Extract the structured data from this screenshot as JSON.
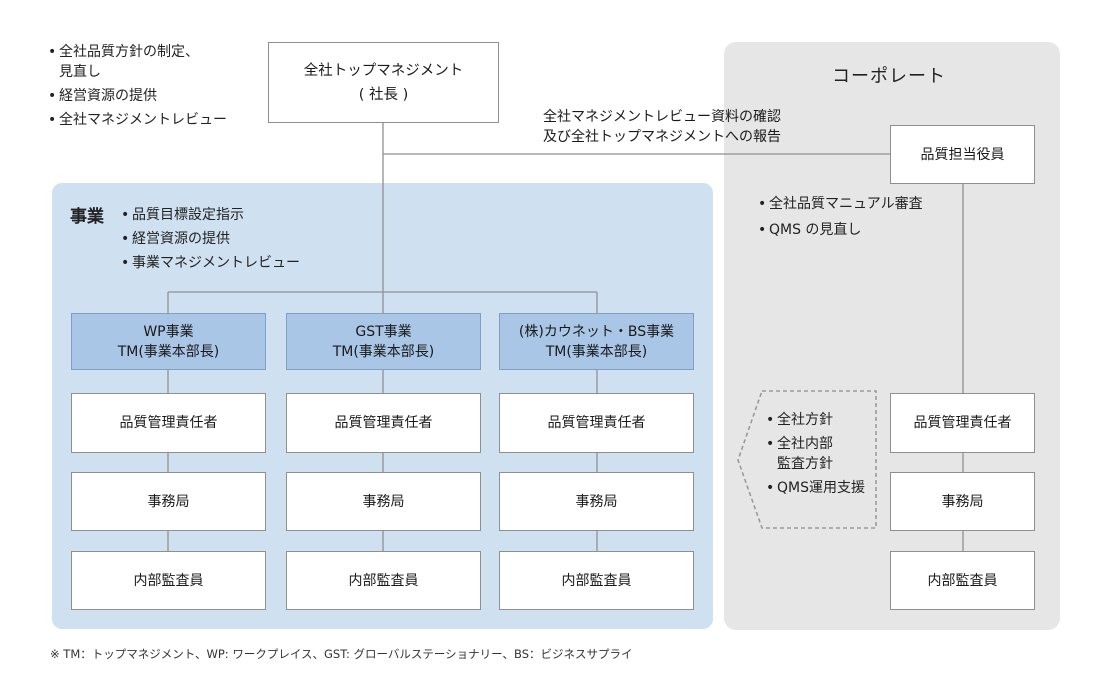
{
  "top_notes": [
    "全社品質方針の制定、",
    "見直し",
    "経営資源の提供",
    "全社マネジメントレビュー"
  ],
  "top_box": {
    "line1": "全社トップマネジメント",
    "line2": "( 社長 )"
  },
  "report_label": {
    "line1": "全社マネジメントレビュー資料の確認",
    "line2": "及び全社トップマネジメントへの報告"
  },
  "corporate": {
    "title": "コーポレート",
    "officer": "品質担当役員",
    "officer_notes": [
      "全社品質マニュアル審査",
      "QMS の見直し"
    ],
    "support_notes": [
      "全社方針",
      "全社内部",
      "監査方針",
      "QMS運用支援"
    ],
    "chain": [
      "品質管理責任者",
      "事務局",
      "内部監査員"
    ]
  },
  "business": {
    "title": "事業",
    "notes": [
      "品質目標設定指示",
      "経営資源の提供",
      "事業マネジメントレビュー"
    ],
    "units": [
      {
        "name": "WP事業",
        "tm": "TM(事業本部長)"
      },
      {
        "name": "GST事業",
        "tm": "TM(事業本部長)"
      },
      {
        "name": "(株)カウネット・BS事業",
        "tm": "TM(事業本部長)"
      }
    ],
    "chain": [
      "品質管理責任者",
      "事務局",
      "内部監査員"
    ]
  },
  "footnote": "※ TM：トップマネジメント、WP: ワークプレイス、GST: グローバルステーショナリー、BS：ビジネスサプライ",
  "colors": {
    "business_panel": "#cfe0f1",
    "corporate_panel": "#e6e6e6",
    "unit_head": "#a9c6e6",
    "line": "#8f8f8f"
  }
}
